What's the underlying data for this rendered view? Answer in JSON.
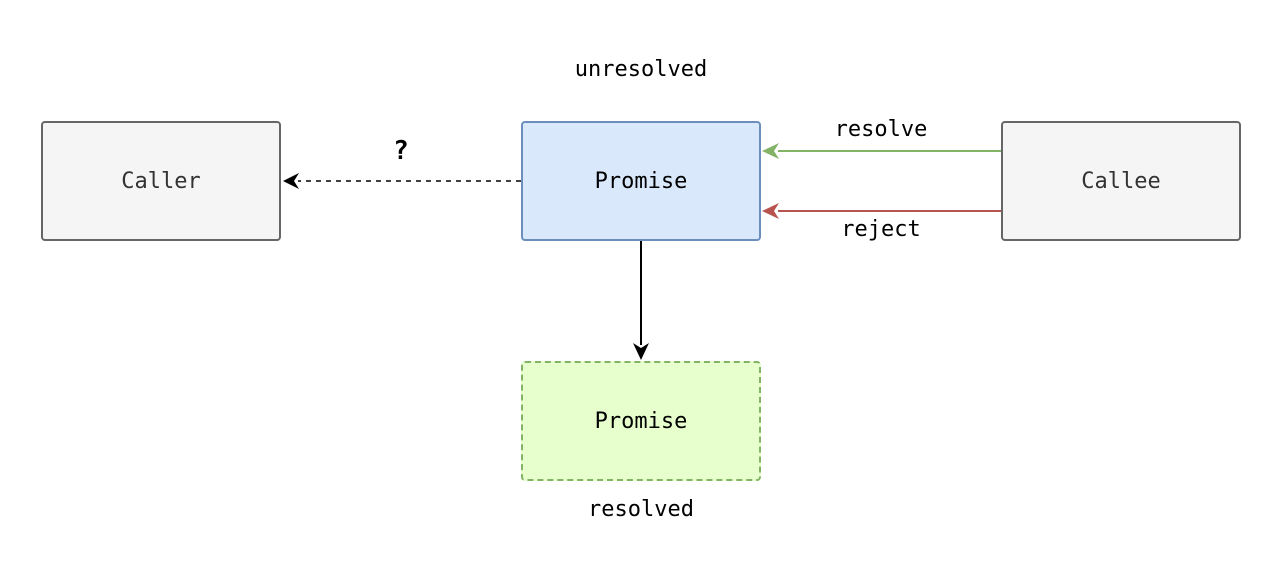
{
  "nodes": {
    "caller": "Caller",
    "callee": "Callee",
    "promise": "Promise",
    "promise_resolved": "Promise"
  },
  "labels": {
    "unresolved": "unresolved",
    "resolved": "resolved",
    "resolve": "resolve",
    "reject": "reject",
    "question": "?"
  },
  "colors": {
    "resolve_edge": "#82b366",
    "reject_edge": "#b85450",
    "dashed_edge": "#000000",
    "down_edge": "#000000"
  }
}
